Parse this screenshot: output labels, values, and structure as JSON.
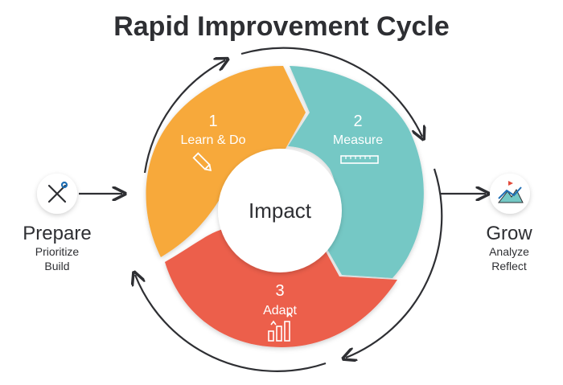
{
  "title": "Rapid Improvement Cycle",
  "center": {
    "label": "Impact"
  },
  "segments": [
    {
      "number": "1",
      "label": "Learn & Do",
      "icon": "pencil-icon",
      "color": "#F7A93B"
    },
    {
      "number": "2",
      "label": "Measure",
      "icon": "ruler-icon",
      "color": "#74C8C5"
    },
    {
      "number": "3",
      "label": "Adapt",
      "icon": "growth-bars-icon",
      "color": "#EC5E4B"
    }
  ],
  "left": {
    "title": "Prepare",
    "sub1": "Prioritize",
    "sub2": "Build",
    "icon": "tools-icon"
  },
  "right": {
    "title": "Grow",
    "sub1": "Analyze",
    "sub2": "Reflect",
    "icon": "mountain-chart-icon"
  },
  "colors": {
    "text": "#2E2F33",
    "accent_blue": "#1F6FB5",
    "accent_red": "#E24B3B"
  }
}
